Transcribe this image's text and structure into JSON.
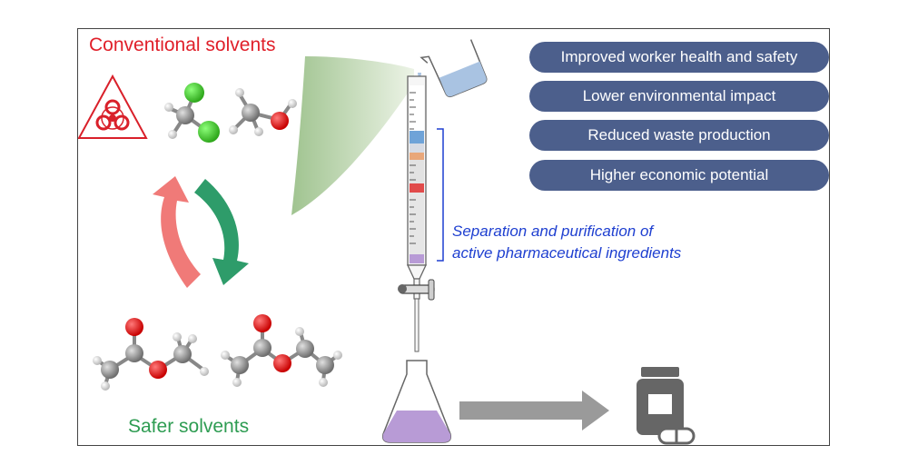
{
  "conventional": {
    "title": "Conventional solvents",
    "color": "#e0202a"
  },
  "safer": {
    "title": "Safer solvents",
    "color": "#2e9c52"
  },
  "benefits": [
    "Improved worker health and safety",
    "Lower environmental impact",
    "Reduced waste production",
    "Higher economic potential"
  ],
  "caption": {
    "line1": "Separation and purification of",
    "line2": "active pharmaceutical ingredients",
    "color": "#1e3fd0"
  },
  "colors": {
    "pill": "#4c5f8c",
    "arrow_up": "#f07a78",
    "arrow_down": "#2e9c6a",
    "flow_arrow": "#9a9a9a",
    "liquid": "#b89bd6"
  },
  "icons": [
    "biohazard-icon",
    "dichloromethane-molecule",
    "methanol-molecule",
    "ethyl-acetate-molecule",
    "cycle-arrows",
    "chromatography-column",
    "beaker-icon",
    "flask-icon",
    "medicine-bottle-icon"
  ]
}
